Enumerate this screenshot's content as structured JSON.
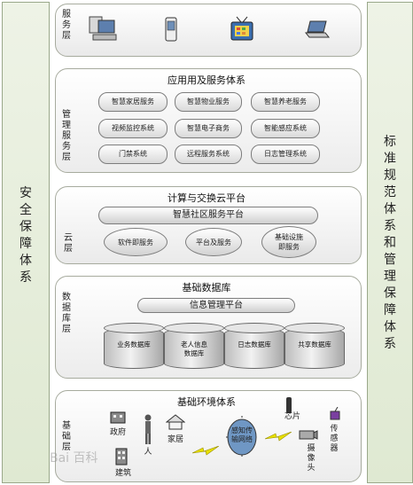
{
  "left_panel": {
    "label": "安全保障体系"
  },
  "right_panel": {
    "label": "标准规范体系和管理保障体系"
  },
  "service_layer": {
    "label": "服务层",
    "icons": [
      "computer-icon",
      "phone-icon",
      "tv-icon",
      "laptop-icon"
    ]
  },
  "management_layer": {
    "label": "管理服务层",
    "title": "应用用及服务体系",
    "items": [
      "智慧家居服务",
      "智慧物业服务",
      "智慧养老服务",
      "视频监控系统",
      "智慧电子商务",
      "智能感应系统",
      "门禁系统",
      "远程服务系统",
      "日志管理系统"
    ]
  },
  "cloud_layer": {
    "label": "云层",
    "title": "计算与交换云平台",
    "platform": "智慧社区服务平台",
    "items": [
      "软件即服务",
      "平台及服务",
      "基础设施\n即服务"
    ]
  },
  "database_layer": {
    "label": "数据库层",
    "title": "基础数据库",
    "platform": "信息管理平台",
    "databases": [
      "业务数据库",
      "老人信息\n数据库",
      "日志数据库",
      "共享数据库"
    ]
  },
  "infra_layer": {
    "label": "基础层",
    "title": "基础环境体系",
    "nodes": {
      "gov": "政府",
      "person": "人",
      "home": "家居",
      "building": "建筑",
      "network": "感知传\n输网络",
      "chip": "芯片",
      "camera": "摄\n像\n头",
      "sensor": "传\n感\n器"
    }
  },
  "watermark": "Bai 百科",
  "colors": {
    "side": "#e3ecd8",
    "layer": "#f0f0f0"
  }
}
